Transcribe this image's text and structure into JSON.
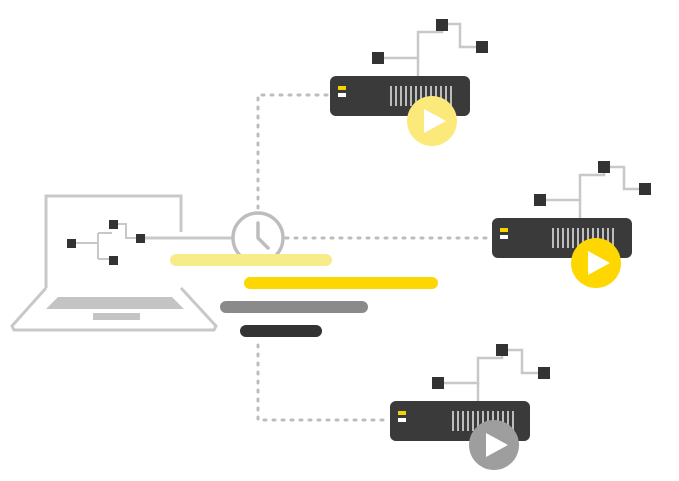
{
  "colors": {
    "outline_gray": "#c8c8c8",
    "mid_gray": "#8a8a8a",
    "dark": "#333333",
    "server_dark": "#3a3a3a",
    "yellow": "#ffd700",
    "light_yellow": "#fbe97a",
    "pale_yellow": "#f7ec8a",
    "indicator_yellow": "#f5d300",
    "white": "#ffffff",
    "play_gray": "#9e9e9e"
  },
  "diagram": {
    "source": {
      "type": "laptop",
      "icon": "network-tree-icon"
    },
    "scheduler": {
      "icon": "clock-icon"
    },
    "stream_bars": [
      {
        "color_key": "pale_yellow"
      },
      {
        "color_key": "yellow"
      },
      {
        "color_key": "mid_gray"
      },
      {
        "color_key": "dark"
      }
    ],
    "servers": [
      {
        "id": "server-top",
        "play_color_key": "light_yellow"
      },
      {
        "id": "server-middle",
        "play_color_key": "yellow"
      },
      {
        "id": "server-bottom",
        "play_color_key": "play_gray"
      }
    ]
  }
}
